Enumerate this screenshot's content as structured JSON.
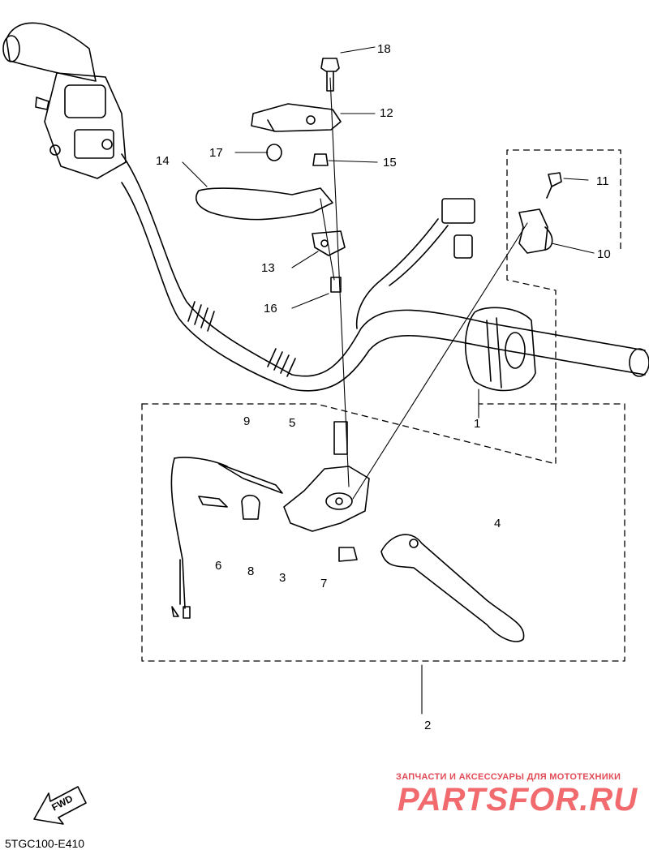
{
  "labels": {
    "p1": "1",
    "p2": "2",
    "p3": "3",
    "p4": "4",
    "p5": "5",
    "p6": "6",
    "p7": "7",
    "p8": "8",
    "p9": "9",
    "p10": "10",
    "p11": "11",
    "p12": "12",
    "p13": "13",
    "p14": "14",
    "p15": "15",
    "p16": "16",
    "p17": "17",
    "p18": "18"
  },
  "fwd_label": "FWD",
  "diagram_code": "5TGC100-E410",
  "watermark": {
    "tagline": "ЗАПЧАСТИ И АКСЕССУАРЫ ДЛЯ МОТОТЕХНИКИ",
    "brand": "PARTSFOR.RU"
  }
}
